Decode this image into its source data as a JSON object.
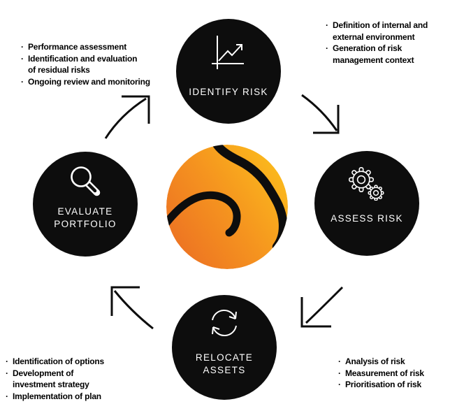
{
  "colors": {
    "background": "#ffffff",
    "node_fill": "#0d0d0d",
    "node_text": "#ffffff",
    "annotation_text": "#000000",
    "arrow": "#0d0d0d",
    "logo_gradient_start": "#ec6f23",
    "logo_gradient_mid": "#f5941f",
    "logo_gradient_end": "#fcbe1c",
    "logo_swoosh": "#0d0d0d"
  },
  "glyphs": {
    "bullet": "·"
  },
  "cycle": {
    "steps": [
      {
        "id": "identify-risk",
        "label": "IDENTIFY RISK",
        "icon": "line-chart-icon"
      },
      {
        "id": "assess-risk",
        "label": "ASSESS RISK",
        "icon": "gears-icon"
      },
      {
        "id": "relocate-assets",
        "label": "RELOCATE\nASSETS",
        "icon": "refresh-arrows-icon"
      },
      {
        "id": "evaluate-portfolio",
        "label": "EVALUATE\nPORTFOLIO",
        "icon": "magnifier-icon"
      }
    ],
    "arrows": [
      {
        "from": "identify-risk",
        "to": "assess-risk"
      },
      {
        "from": "assess-risk",
        "to": "relocate-assets"
      },
      {
        "from": "relocate-assets",
        "to": "evaluate-portfolio"
      },
      {
        "from": "evaluate-portfolio",
        "to": "identify-risk"
      }
    ]
  },
  "annotations": {
    "top_left": {
      "items": [
        "Performance assessment",
        "Identification and evaluation\nof residual risks",
        "Ongoing review and monitoring"
      ]
    },
    "top_right": {
      "items": [
        "Definition of internal and\nexternal environment",
        "Generation of risk\nmanagement context"
      ]
    },
    "bottom_right": {
      "items": [
        "Analysis of risk",
        "Measurement of risk",
        "Prioritisation of risk"
      ]
    },
    "bottom_left": {
      "items": [
        "Identification of options",
        "Development of\ninvestment strategy",
        "Implementation of plan"
      ]
    }
  },
  "center_logo": {
    "icon": "orange-s-logo"
  }
}
